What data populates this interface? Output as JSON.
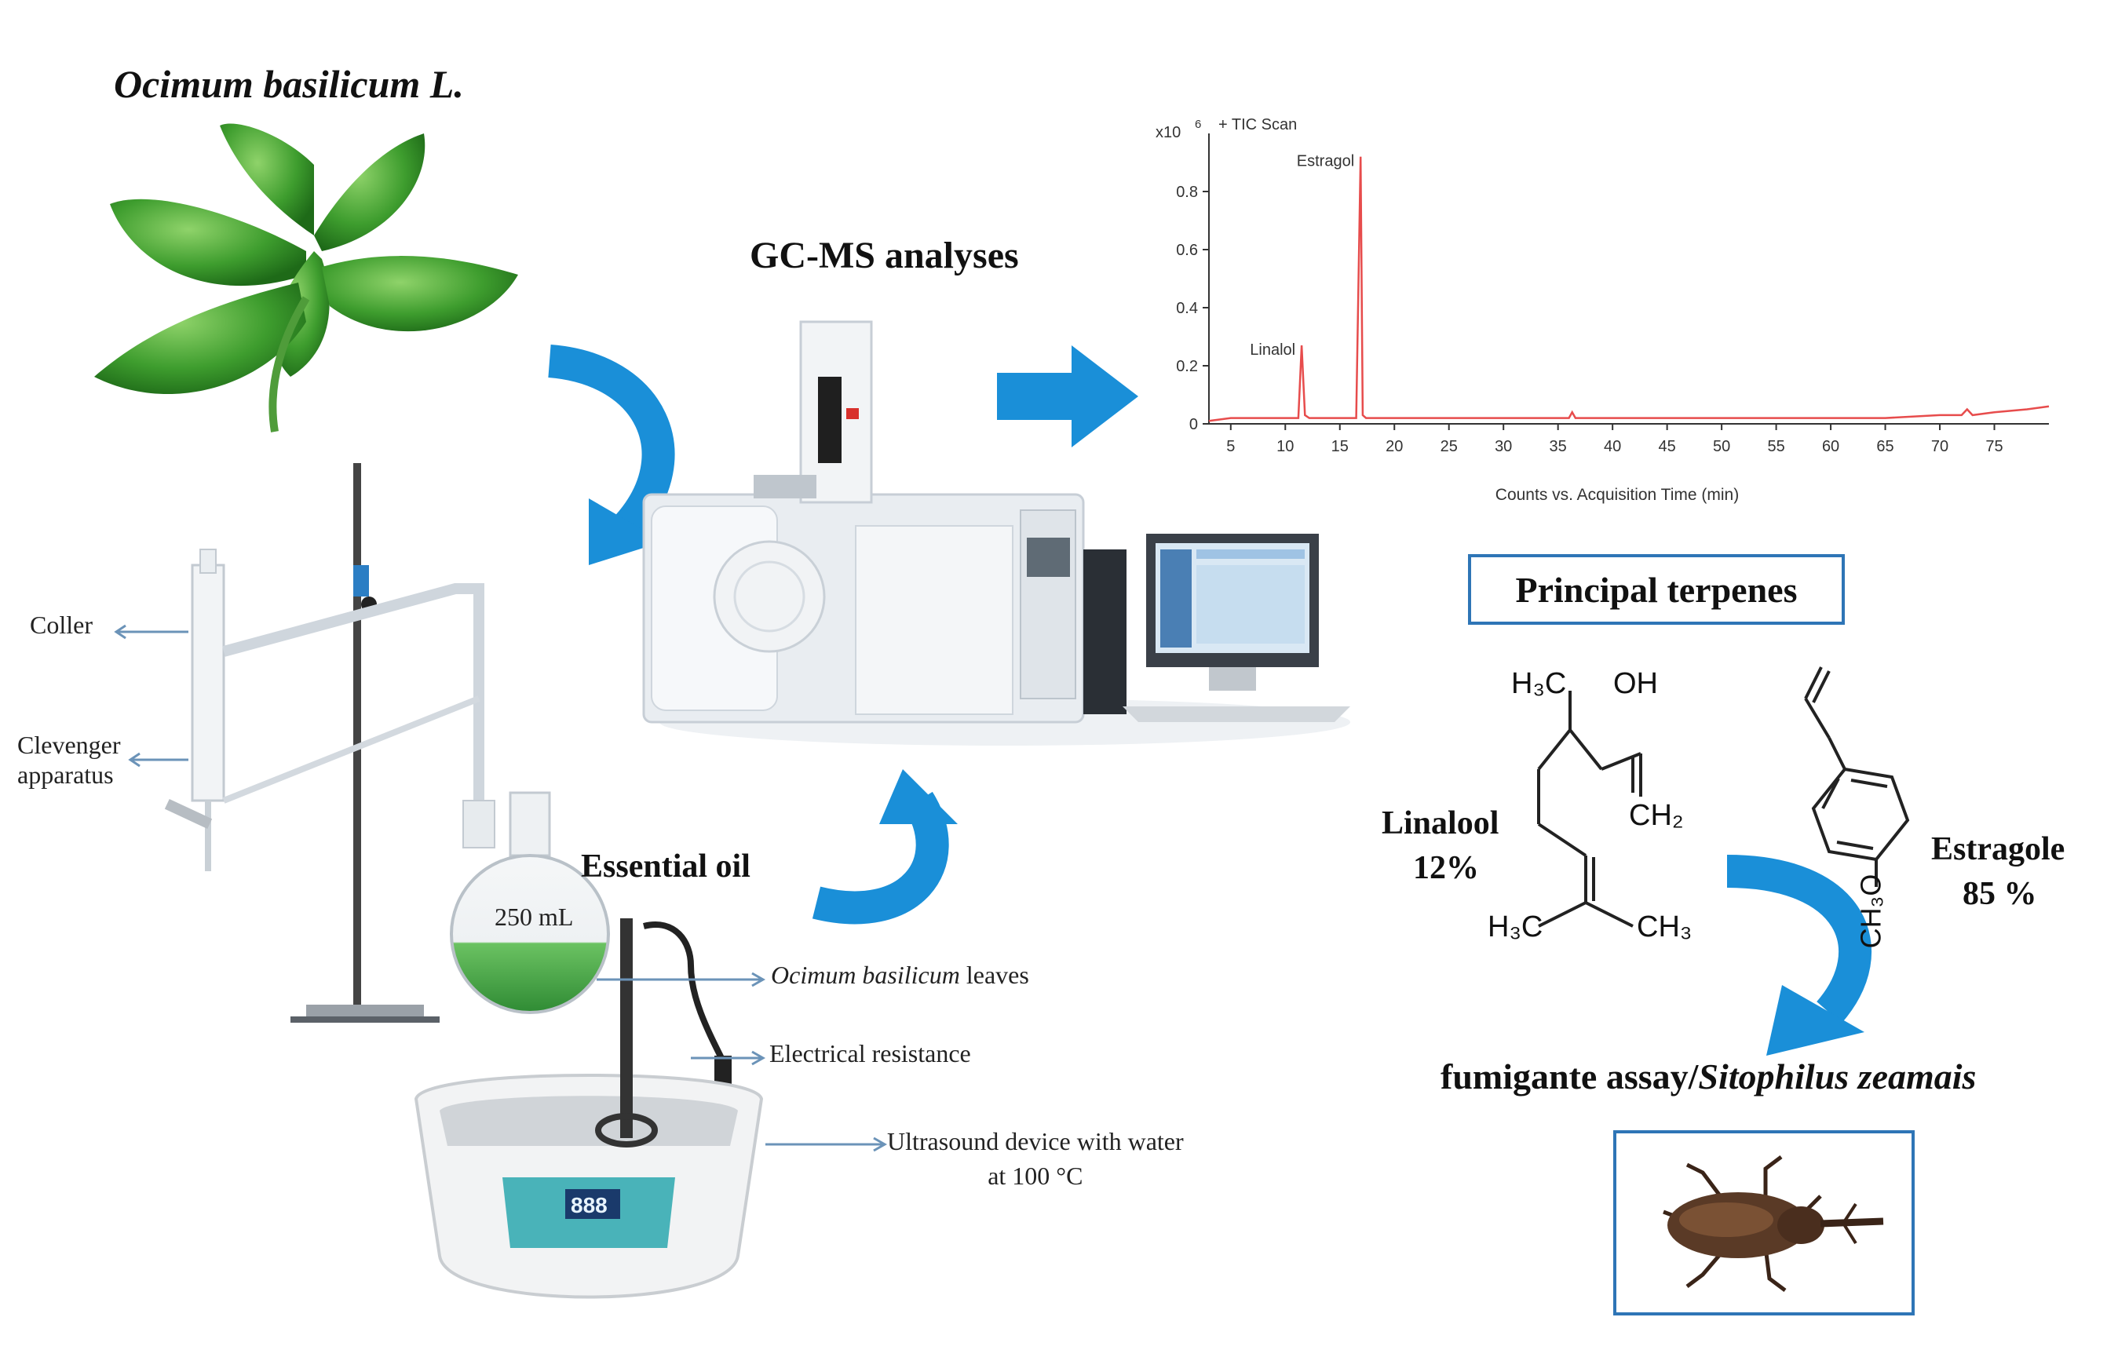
{
  "plant": {
    "title": "Ocimum basilicum L."
  },
  "gcms": {
    "title": "GC-MS analyses"
  },
  "extraction": {
    "coller": "Coller",
    "clevenger_line1": "Clevenger",
    "clevenger_line2": "apparatus",
    "flask_volume": "250 mL",
    "essential_oil": "Essential oil",
    "leaves_italic": "Ocimum basilicum",
    "leaves_suffix": "leaves",
    "resistance": "Electrical resistance",
    "ultrasound_line1": "Ultrasound device with water",
    "ultrasound_line2": "at 100 °C",
    "display_value": "888"
  },
  "terpenes": {
    "box_title": "Principal terpenes",
    "linalool_name": "Linalool",
    "linalool_pct": "12%",
    "estragole_name": "Estragole",
    "estragole_pct": "85 %",
    "linalool_groups": {
      "top_left": "H₃C",
      "top_right": "OH",
      "vinyl": "CH₂",
      "bottom_left": "H₃C",
      "bottom_right": "CH₃"
    },
    "estragole_group": "CH₃O"
  },
  "assay": {
    "prefix": "fumigante assay/",
    "species": "Sitophilus zeamais"
  },
  "chart_data": {
    "type": "line",
    "title": "+ TIC Scan",
    "y_multiplier_label": "x10",
    "y_multiplier_exp": "6",
    "xlabel": "Counts vs. Acquisition Time (min)",
    "ylabel": "",
    "xlim": [
      3,
      80
    ],
    "ylim": [
      0,
      1.0
    ],
    "x_ticks": [
      5,
      10,
      15,
      20,
      25,
      30,
      35,
      40,
      45,
      50,
      55,
      60,
      65,
      70,
      75
    ],
    "y_ticks": [
      0,
      0.2,
      0.4,
      0.6,
      0.8
    ],
    "y_tick_labels": [
      "0",
      "0.2",
      "0.4",
      "0.6",
      "0.8"
    ],
    "series": [
      {
        "name": "",
        "color": "#e74c4c",
        "x": [
          3.0,
          5.0,
          8.0,
          10.0,
          11.2,
          11.5,
          11.8,
          12.2,
          14.0,
          16.5,
          16.9,
          17.1,
          17.4,
          20.0,
          25.0,
          30.0,
          35.0,
          36.0,
          36.3,
          36.6,
          40.0,
          45.0,
          50.0,
          55.0,
          60.0,
          65.0,
          70.0,
          72.0,
          72.5,
          73.0,
          75.0,
          78.0,
          80.0
        ],
        "y": [
          0.01,
          0.02,
          0.02,
          0.02,
          0.02,
          0.27,
          0.03,
          0.02,
          0.02,
          0.02,
          0.92,
          0.03,
          0.02,
          0.02,
          0.02,
          0.02,
          0.02,
          0.02,
          0.04,
          0.02,
          0.02,
          0.02,
          0.02,
          0.02,
          0.02,
          0.02,
          0.03,
          0.03,
          0.05,
          0.03,
          0.04,
          0.05,
          0.06
        ]
      }
    ],
    "annotations": [
      {
        "text": "Linalol",
        "x": 11.5,
        "y": 0.27
      },
      {
        "text": "Estragol",
        "x": 16.9,
        "y": 0.92
      }
    ]
  },
  "colors": {
    "arrow_blue": "#1a8fd8",
    "arrow_blue_dark": "#0b5c9e",
    "leaf_green": "#3e9d2e",
    "box_border": "#2e75b6",
    "signal_red": "#e74c4c"
  }
}
